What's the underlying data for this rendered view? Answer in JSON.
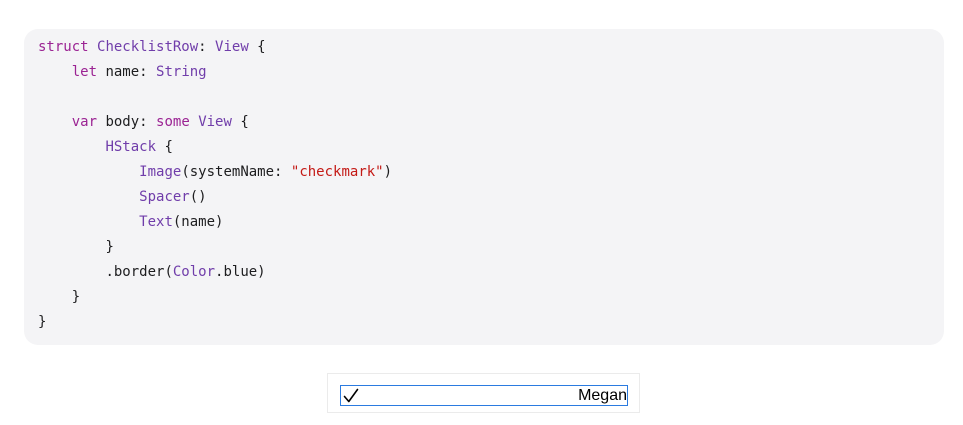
{
  "code": {
    "line1": {
      "kw_struct": "struct",
      "name": "ChecklistRow",
      "colon": ": ",
      "type": "View",
      "rest": " {"
    },
    "line2": {
      "indent": "    ",
      "kw_let": "let",
      "mid": " name: ",
      "type": "String"
    },
    "line3": {
      "indent": "    ",
      "kw_var": "var",
      "mid": " body: ",
      "kw_some": "some",
      "sp": " ",
      "type": "View",
      "rest": " {"
    },
    "line4": {
      "indent": "        ",
      "type": "HStack",
      "rest": " {"
    },
    "line5": {
      "indent": "            ",
      "type": "Image",
      "open": "(systemName: ",
      "str": "\"checkmark\"",
      "close": ")"
    },
    "line6": {
      "indent": "            ",
      "type": "Spacer",
      "rest": "()"
    },
    "line7": {
      "indent": "            ",
      "type": "Text",
      "rest": "(name)"
    },
    "line8": {
      "indent": "        ",
      "rest": "}"
    },
    "line9": {
      "indent": "        ",
      "pre": ".border(",
      "type": "Color",
      "rest": ".blue)"
    },
    "line10": {
      "indent": "    ",
      "rest": "}"
    },
    "line11": {
      "rest": "}"
    }
  },
  "preview": {
    "icon": "checkmark-icon",
    "name_text": "Megan",
    "border_color": "#2b7be0"
  }
}
